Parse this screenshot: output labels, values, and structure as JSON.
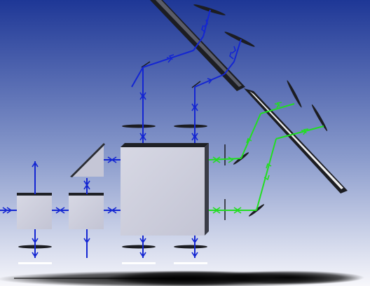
{
  "scene": {
    "background": {
      "top": "#1e3796",
      "mid": "#8a9bcc",
      "bottom": "#f7f7fb"
    },
    "colors": {
      "blue_beam": "#1426d2",
      "green_beam": "#22dd22",
      "block_face": "#cfd0de",
      "block_edge": "#1f2126",
      "optic_dark": "#1c1d22",
      "shadow": "#060606"
    },
    "components": [
      "diagonal-mirror-upper",
      "diagonal-mirror-lower",
      "large-cube",
      "small-cube-left",
      "small-cube-middle",
      "prism",
      "small-mirrors",
      "blue-beam-paths",
      "green-beam-paths",
      "ground-shadow"
    ],
    "icons": {
      "beam_marker": "x-cross",
      "beam_arrow": "double-arrowhead"
    }
  }
}
